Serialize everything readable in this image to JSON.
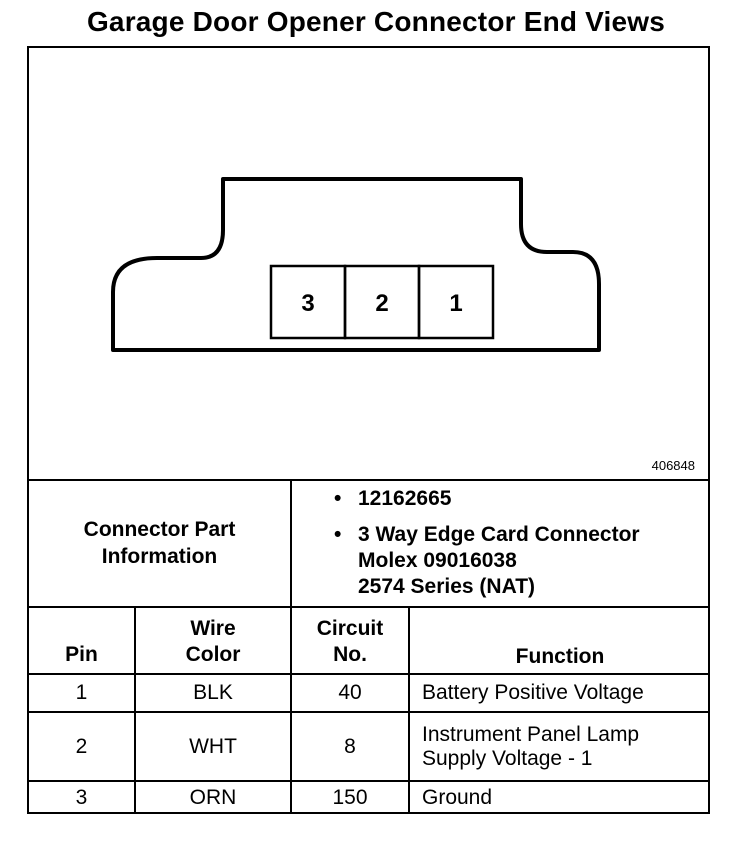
{
  "title": "Garage Door Opener Connector End Views",
  "figure_id": "406848",
  "connector": {
    "pins": [
      "3",
      "2",
      "1"
    ]
  },
  "part_info": {
    "label_lines": [
      "Connector Part",
      "Information"
    ],
    "items": [
      {
        "lines": [
          "12162665"
        ]
      },
      {
        "lines": [
          "3 Way Edge Card Connector",
          "Molex 09016038",
          "2574 Series (NAT)"
        ]
      }
    ]
  },
  "table": {
    "headers": {
      "pin": [
        "Pin"
      ],
      "wire_color": [
        "Wire",
        "Color"
      ],
      "circuit": [
        "Circuit",
        "No."
      ],
      "function": [
        "Function"
      ]
    },
    "rows": [
      {
        "pin": "1",
        "color": "BLK",
        "circuit": "40",
        "function": [
          "Battery Positive Voltage"
        ]
      },
      {
        "pin": "2",
        "color": "WHT",
        "circuit": "8",
        "function": [
          "Instrument Panel Lamp",
          "Supply Voltage - 1"
        ]
      },
      {
        "pin": "3",
        "color": "ORN",
        "circuit": "150",
        "function": [
          "Ground"
        ]
      }
    ]
  }
}
